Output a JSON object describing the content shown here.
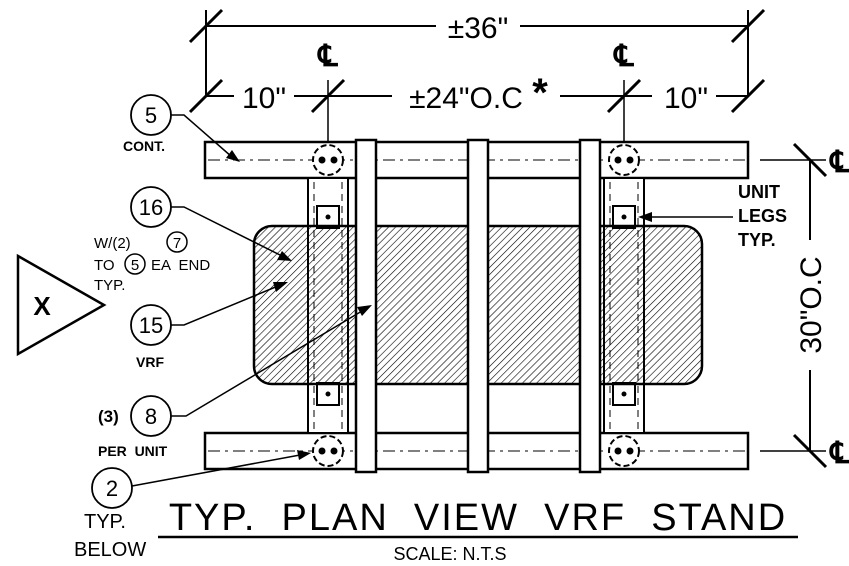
{
  "dimensions": {
    "overall_width": "±36\"",
    "left_offset": "10\"",
    "center_spacing": "±24\"O.C",
    "asterisk": "*",
    "right_offset": "10\"",
    "depth": "30\"O.C"
  },
  "centerline_mark": "℄",
  "callouts": {
    "c5": {
      "number": "5",
      "note": "CONT."
    },
    "c16": {
      "number": "16"
    },
    "c16_note": {
      "line1_prefix": "W/(2)",
      "line1_circle": "7",
      "line2_prefix": "TO",
      "line2_circle": "5",
      "line2_suffix": "EA  END",
      "line3": "TYP."
    },
    "c15": {
      "number": "15",
      "note": "VRF"
    },
    "c8": {
      "qty": "(3)",
      "number": "8",
      "note": "PER  UNIT"
    },
    "c2": {
      "number": "2",
      "note1": "TYP.",
      "note2": "BELOW"
    },
    "unit_legs": {
      "line1": "UNIT",
      "line2": "LEGS",
      "line3": "TYP."
    }
  },
  "section_marker": {
    "label": "X"
  },
  "title": {
    "main": "TYP.  PLAN  VIEW  VRF  STAND",
    "scale": "SCALE: N.T.S"
  }
}
